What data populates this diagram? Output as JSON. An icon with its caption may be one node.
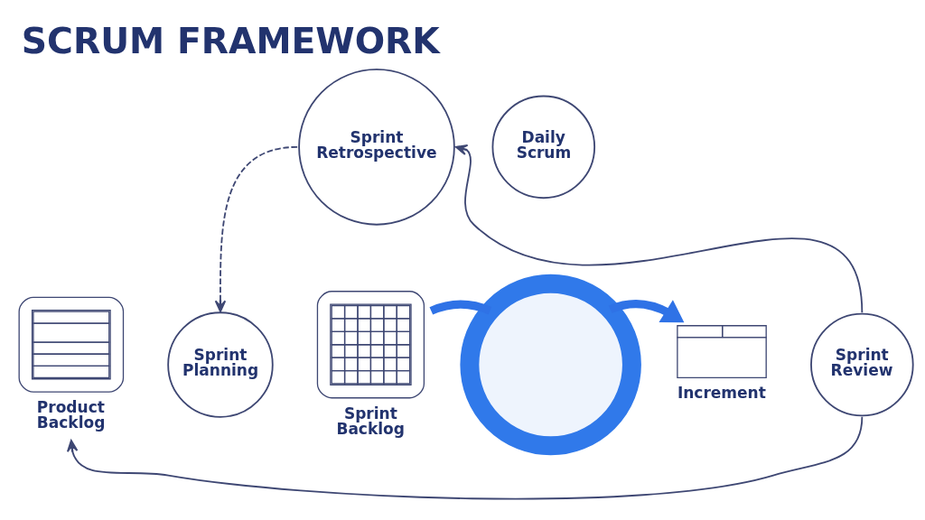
{
  "diagram": {
    "title": "SCRUM FRAMEWORK",
    "nodes": [
      {
        "text": [
          "Sprint Retrospective"
        ]
      },
      {
        "text": [
          "Daily Scrum"
        ]
      },
      {
        "text": [
          "Product Backlog"
        ]
      },
      {
        "text": [
          "Sprint Planning"
        ]
      },
      {
        "text": [
          "Sprint Backlog"
        ]
      },
      {
        "text": [],
        "shape": "circle"
      },
      {
        "text": [
          "Increment"
        ]
      },
      {
        "text": [
          "Sprint Review"
        ]
      }
    ],
    "edges": [
      {
        "from": 7,
        "to": 0,
        "arrow": "to"
      },
      {
        "from": 0,
        "to": 3,
        "arrow": "to",
        "style": "dashed"
      },
      {
        "from": 7,
        "to": 2,
        "arrow": "to"
      },
      {
        "from": 4,
        "to": 5,
        "arrow": "none",
        "style": "thick",
        "color": "#2f72e6"
      },
      {
        "from": 5,
        "to": 6,
        "arrow": "to",
        "style": "thick",
        "color": "#2f72e6"
      }
    ]
  }
}
